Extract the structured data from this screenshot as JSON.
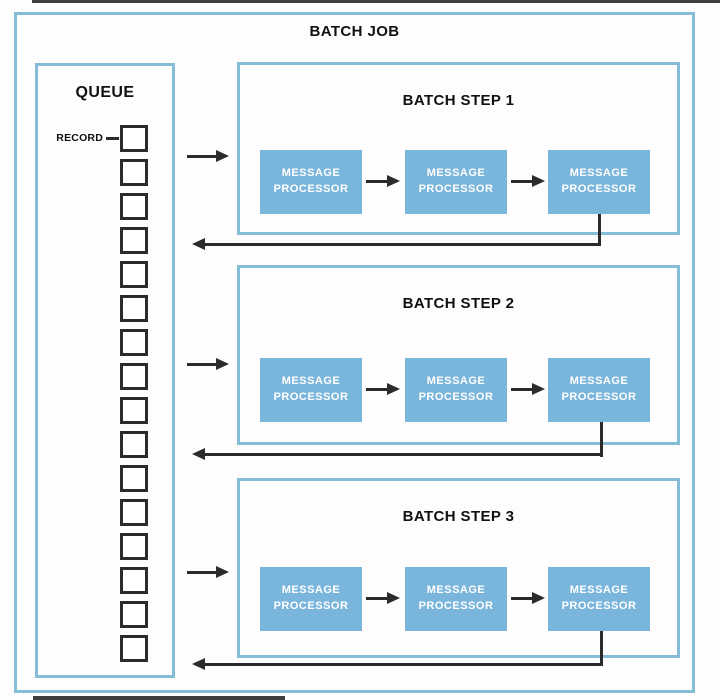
{
  "colors": {
    "background": "#fdfdfd",
    "box_border": "#85bcd6",
    "processor_fill": "#7ab5dc",
    "processor_text": "#ffffff",
    "line": "#2b2b2b",
    "title": "#111111"
  },
  "diagram": {
    "title": "BATCH JOB",
    "queue": {
      "title": "QUEUE",
      "record_label": "RECORD",
      "record_count": 16
    },
    "steps": [
      {
        "title": "BATCH STEP 1",
        "processors": [
          {
            "line1": "MESSAGE",
            "line2": "PROCESSOR"
          },
          {
            "line1": "MESSAGE",
            "line2": "PROCESSOR"
          },
          {
            "line1": "MESSAGE",
            "line2": "PROCESSOR"
          }
        ]
      },
      {
        "title": "BATCH STEP 2",
        "processors": [
          {
            "line1": "MESSAGE",
            "line2": "PROCESSOR"
          },
          {
            "line1": "MESSAGE",
            "line2": "PROCESSOR"
          },
          {
            "line1": "MESSAGE",
            "line2": "PROCESSOR"
          }
        ]
      },
      {
        "title": "BATCH STEP 3",
        "processors": [
          {
            "line1": "MESSAGE",
            "line2": "PROCESSOR"
          },
          {
            "line1": "MESSAGE",
            "line2": "PROCESSOR"
          },
          {
            "line1": "MESSAGE",
            "line2": "PROCESSOR"
          }
        ]
      }
    ]
  }
}
